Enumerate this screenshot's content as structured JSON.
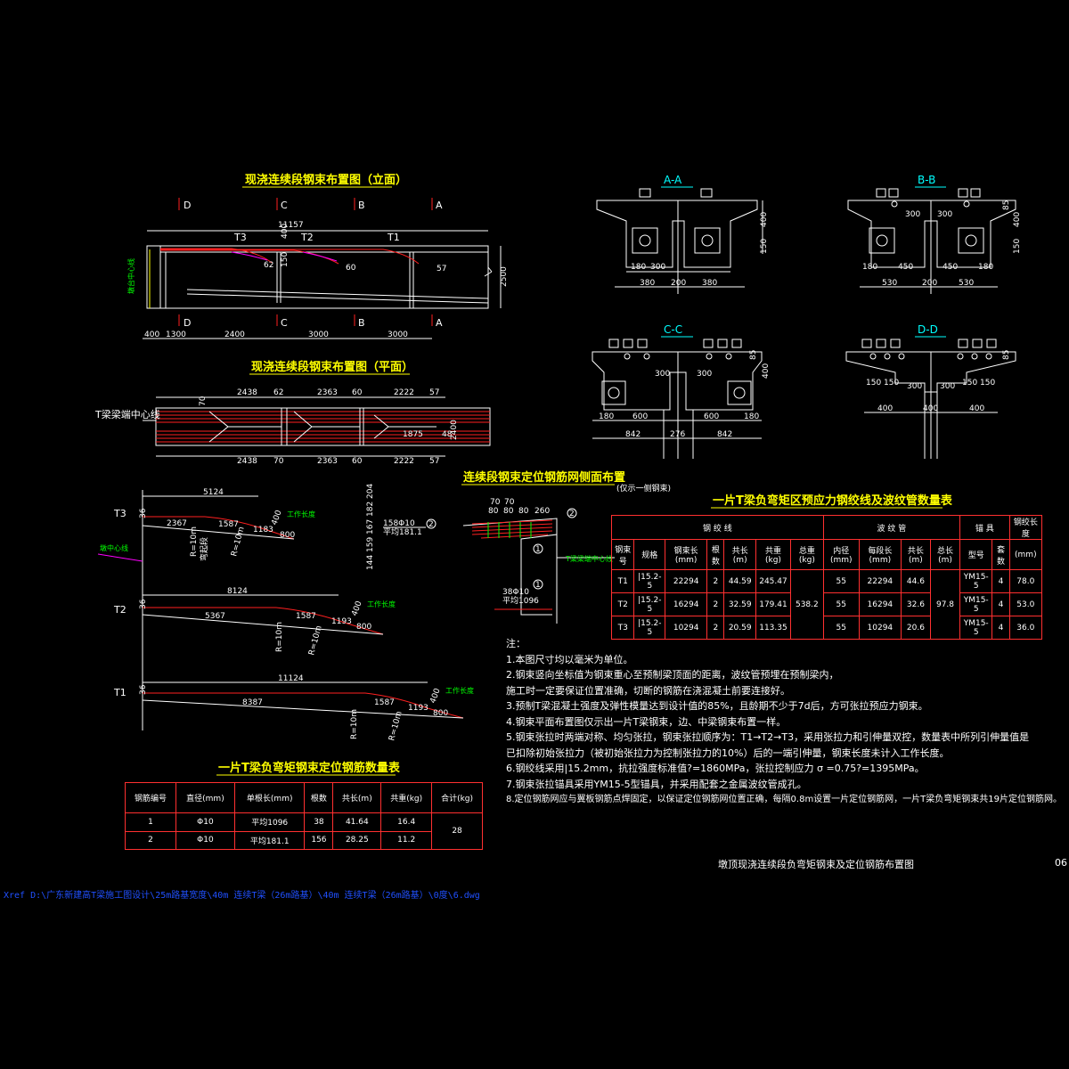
{
  "titles": {
    "elevation": "现浇连续段钢束布置图（立面）",
    "plan": "现浇连续段钢束布置图（平面）",
    "side": "连续段钢束定位钢筋网侧面布置",
    "side_note": "(仅示一侧钢束)",
    "strand_table": "一片T梁负弯矩区预应力钢绞线及波纹管数量表",
    "rebar_table": "一片T梁负弯矩钢束定位钢筋数量表"
  },
  "sections": [
    "A-A",
    "B-B",
    "C-C",
    "D-D"
  ],
  "section_marks": [
    "D",
    "C",
    "B",
    "A"
  ],
  "elevation": {
    "total": "11157",
    "dims": [
      "400",
      "1300",
      "2400",
      "3000",
      "3000"
    ],
    "height": "2500",
    "tendons": [
      "T3",
      "T2",
      "T1"
    ],
    "side_label": "墩台中心线",
    "vals": [
      "400",
      "150",
      "62",
      "60",
      "57"
    ]
  },
  "plan": {
    "top_dims": [
      "2438",
      "62",
      "2363",
      "60",
      "2222",
      "57"
    ],
    "bot_dims": [
      "2438",
      "70",
      "2363",
      "60",
      "2222",
      "57"
    ],
    "mid_dims": [
      "1875",
      "48",
      "2400",
      "70"
    ],
    "label": "T梁梁端中心线"
  },
  "tendon_geom": {
    "T3": {
      "total": "5124",
      "a": "2367",
      "b": "1587",
      "c": "1183",
      "d": "800",
      "v": "36",
      "w": "400",
      "tag": "工作长度"
    },
    "T2": {
      "total": "8124",
      "a": "5367",
      "b": "1587",
      "c": "1193",
      "d": "800",
      "v": "36",
      "w": "400",
      "tag": "工作长度"
    },
    "T1": {
      "total": "11124",
      "a": "8387",
      "b": "1587",
      "c": "1193",
      "d": "800",
      "v": "36",
      "w": "400",
      "tag": "工作长度"
    },
    "radius": "R=10m",
    "label": "墩中心线",
    "curve": "弯起段"
  },
  "rebar_side": {
    "top": [
      "70",
      "70",
      "80",
      "80",
      "80",
      "260"
    ],
    "marks": [
      "144",
      "159",
      "167",
      "182",
      "204"
    ],
    "rebar1": "158Φ10",
    "rebar1_len": "平均181.1",
    "rebar2": "38Φ10",
    "rebar2_len": "平均1096",
    "label": "T梁梁端中心线"
  },
  "strand_table": {
    "group1": "钢  绞  线",
    "group2": "波  纹  管",
    "group3": "锚  具",
    "group4": "钢绞长度",
    "headers": [
      "钢束号",
      "规格",
      "钢束长(mm)",
      "根数",
      "共长(m)",
      "共重(kg)",
      "总重(kg)",
      "内径(mm)",
      "每段长(mm)",
      "共长(m)",
      "总长(m)",
      "型号",
      "套数",
      "(mm)"
    ],
    "rows": [
      [
        "T1",
        "|15.2-5",
        "22294",
        "2",
        "44.59",
        "245.47",
        "55",
        "22294",
        "44.6",
        "YM15-5",
        "4",
        "78.0"
      ],
      [
        "T2",
        "|15.2-5",
        "16294",
        "2",
        "32.59",
        "179.41",
        "55",
        "16294",
        "32.6",
        "YM15-5",
        "4",
        "53.0"
      ],
      [
        "T3",
        "|15.2-5",
        "10294",
        "2",
        "20.59",
        "113.35",
        "55",
        "10294",
        "20.6",
        "YM15-5",
        "4",
        "36.0"
      ]
    ],
    "total_weight": "538.2",
    "total_length": "97.8"
  },
  "rebar_table": {
    "headers": [
      "钢筋编号",
      "直径(mm)",
      "单根长(mm)",
      "根数",
      "共长(m)",
      "共重(kg)",
      "合计(kg)"
    ],
    "rows": [
      [
        "1",
        "Φ10",
        "平均1096",
        "38",
        "41.64",
        "16.4"
      ],
      [
        "2",
        "Φ10",
        "平均181.1",
        "156",
        "28.25",
        "11.2"
      ]
    ],
    "total": "28"
  },
  "notes": [
    "注：",
    "1.本图尺寸均以毫米为单位。",
    "2.钢束竖向坐标值为钢束重心至预制梁顶面的距离，波纹管预埋在预制梁内，",
    "  施工时一定要保证位置准确，切断的钢筋在浇混凝土前要连接好。",
    "3.预制T梁混凝土强度及弹性模量达到设计值的85%，且龄期不少于7d后，方可张拉预应力钢束。",
    "4.钢束平面布置图仅示出一片T梁钢束，边、中梁钢束布置一样。",
    "5.钢束张拉时两端对称、均匀张拉，钢束张拉顺序为：T1→T2→T3，采用张拉力和引伸量双控，数量表中所列引伸量值是",
    "  已扣除初始张拉力（被初始张拉力为控制张拉力的10%）后的一端引伸量，钢束长度未计入工作长度。",
    "6.钢绞线采用|15.2mm，抗拉强度标准值?=1860MPa，张拉控制应力 σ =0.75?=1395MPa。",
    "7.钢束张拉锚具采用YM15-5型锚具，并采用配套之金属波纹管成孔。",
    "8.定位钢筋网应与翼板钢筋点焊固定，以保证定位钢筋网位置正确，每隔0.8m设置一片定位钢筋网，一片T梁负弯矩钢束共19片定位钢筋网。"
  ],
  "sheet_title": "墩顶现浇连续段负弯矩钢束及定位钢筋布置图",
  "sheet_no": "06",
  "xref": "Xref D:\\广东新建高T梁施工图设计\\25m路基宽度\\40m 连续T梁（26m路基）\\40m 连续T梁（26m路基）\\0度\\6.dwg",
  "section_dims": {
    "AA": [
      "180",
      "300",
      "380",
      "200",
      "380",
      "400",
      "150"
    ],
    "BB": [
      "300",
      "300",
      "180",
      "450",
      "450",
      "180",
      "530",
      "200",
      "530",
      "400",
      "150",
      "85"
    ],
    "CC": [
      "300",
      "300",
      "180",
      "600",
      "600",
      "180",
      "842",
      "276",
      "842",
      "400",
      "85"
    ],
    "DD": [
      "150",
      "150",
      "300",
      "300",
      "150",
      "150",
      "400",
      "400",
      "400",
      "85"
    ]
  }
}
